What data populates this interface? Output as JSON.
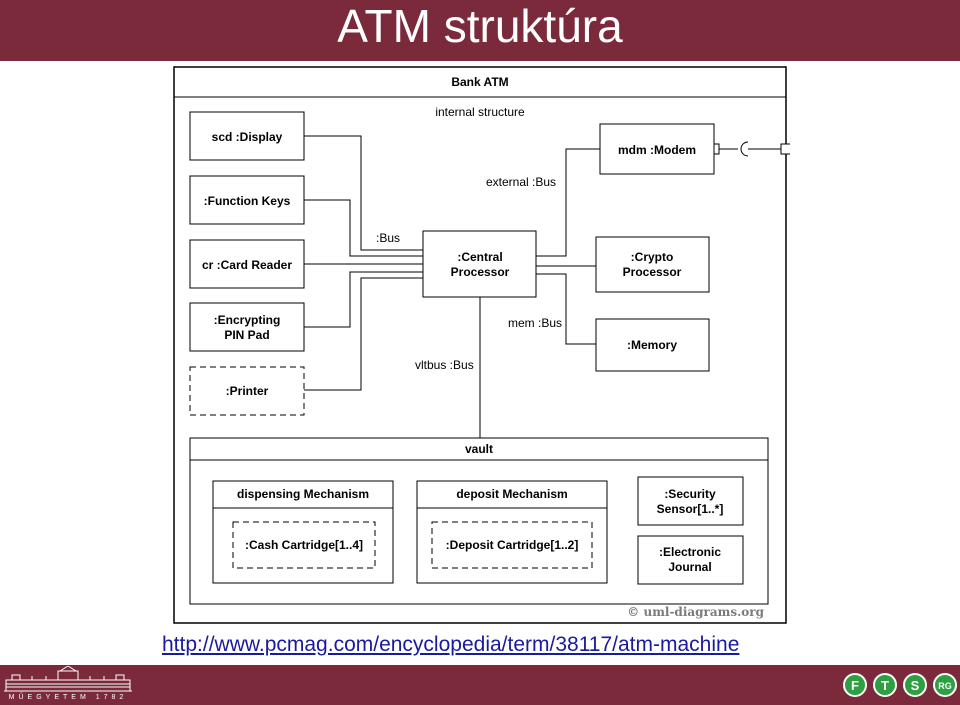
{
  "slide": {
    "title": "ATM struktúra",
    "source_url": "http://www.pcmag.com/encyclopedia/term/38117/atm-machine"
  },
  "footer": {
    "university_text": "MŰEGYETEM 1782",
    "logo_letters": [
      "F",
      "T",
      "S",
      "RG"
    ]
  },
  "colors": {
    "bar": "#7a2a3a",
    "link": "#1a1a9e",
    "logo_green": "#2ea043"
  },
  "diagram": {
    "title": "Bank ATM",
    "subtitle": "internal structure",
    "parts": {
      "display": "scd :Display",
      "function_keys": ":Function Keys",
      "card_reader": "cr :Card Reader",
      "pin_pad_line1": ":Encrypting",
      "pin_pad_line2": "PIN Pad",
      "printer": ":Printer",
      "central_line1": ":Central",
      "central_line2": "Processor",
      "modem": "mdm :Modem",
      "crypto_line1": ":Crypto",
      "crypto_line2": "Processor",
      "memory": ":Memory"
    },
    "connectors": {
      "bus": ":Bus",
      "external_bus": "external :Bus",
      "mem_bus": "mem :Bus",
      "vltbus": "vltbus :Bus"
    },
    "vault": {
      "title": "vault",
      "dispensing_title": "dispensing Mechanism",
      "cash_cartridge": ":Cash Cartridge[1..4]",
      "deposit_title": "deposit Mechanism",
      "deposit_cartridge": ":Deposit Cartridge[1..2]",
      "security_line1": ":Security",
      "security_line2": "Sensor[1..*]",
      "journal_line1": ":Electronic",
      "journal_line2": "Journal"
    },
    "copyright": "© uml-diagrams.org"
  }
}
